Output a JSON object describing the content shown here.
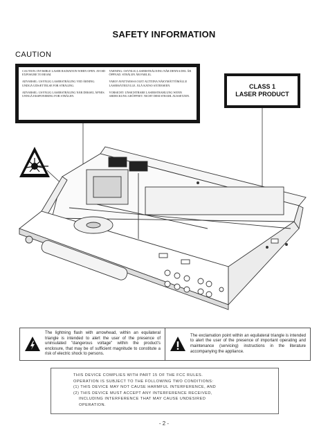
{
  "title": "SAFETY INFORMATION",
  "section": "CAUTION",
  "warning_label": {
    "left": [
      "CAUTION: INVISIBLE LASER RADIATION WHEN OPEN. AVOID EXPOSURE TO BEAM.",
      "ADVARSEL: USYNLIG LASERSTRÅLING VED ÅBNING. UNDGÅ UDSÆTTELSE FOR STRÅLING.",
      "ADVARSEL: USYNLIG LASERSTRÅLING NÅR DEKSEL ÅPNES. UNNGÅ EKSPONERING FOR STRÅLEN."
    ],
    "right": [
      "VARNING: OSYNLIG LASERSTRÅLNING NÄR DENNA DEL ÄR ÖPPNAD. STRÅLEN ÄR FARLIG.",
      "VARO! AVATTAESSA OLET ALTTIINA NÄKYMÄTTÖMÄLLE LASERSÄTEILYLLE. ÄLÄ KATSO SÄTEESEEN.",
      "VORSICHT: UNSICHTBARE LASERSTRAHLUNG WENN ABDECKUNG GEÖFFNET. NICHT DEM STRAHL AUSSETZEN."
    ]
  },
  "class_label": {
    "line1": "CLASS 1",
    "line2": "LASER PRODUCT"
  },
  "notices": {
    "lightning": "The lightning flash with arrowhead, within an equilateral triangle is intended to alert the user of the presence of uninsulated \"dangerous voltage\" within the product's enclosure, that may be of sufficient magnitude to constitute a risk of electric shock to persons.",
    "exclamation": "The exclamation point within an equilateral triangle is intended to alert the user of the presence of important operating and maintenance (servicing) instructions in the literature accompanying the appliance."
  },
  "fcc": {
    "line1": "THIS DEVICE COMPLIES WITH PART 15 OF THE FCC RULES.",
    "line2": "OPERATION IS SUBJECT TO THE FOLLOWING TWO CONDITIONS:",
    "line3": "(1) THIS DEVICE MAY NOT CAUSE HARMFUL INTERFERENCE, AND",
    "line4": "(2) THIS DEVICE MUST ACCEPT ANY INTERFERENCE RECEIVED,",
    "line5": "INCLUDING INTERFERENCE THAT MAY CAUSE UNDESIRED",
    "line6": "OPERATION."
  },
  "page_number": "- 2 -"
}
